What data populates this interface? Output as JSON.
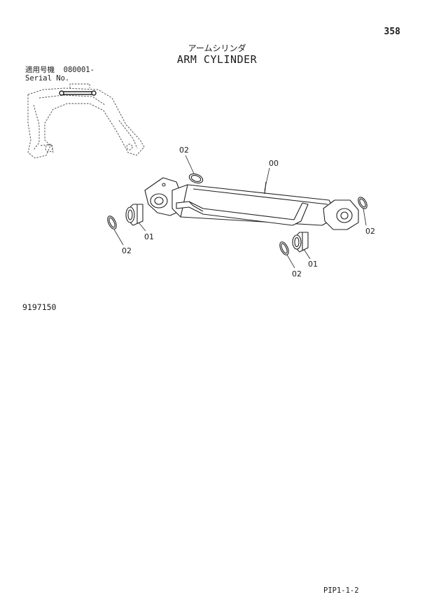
{
  "page": {
    "number": "358",
    "title_jp": "アームシリンダ",
    "title_en": "ARM CYLINDER",
    "serial_label_jp": "適用号機",
    "serial_value": "080001-",
    "serial_label_en": "Serial No.",
    "figure_no": "9197150",
    "page_code": "PIP1-1-2"
  },
  "callouts": {
    "c00": "00",
    "c02_top": "02",
    "c02_right": "02",
    "c01_left": "01",
    "c02_left": "02",
    "c01_right": "01",
    "c02_bottom": "02"
  }
}
